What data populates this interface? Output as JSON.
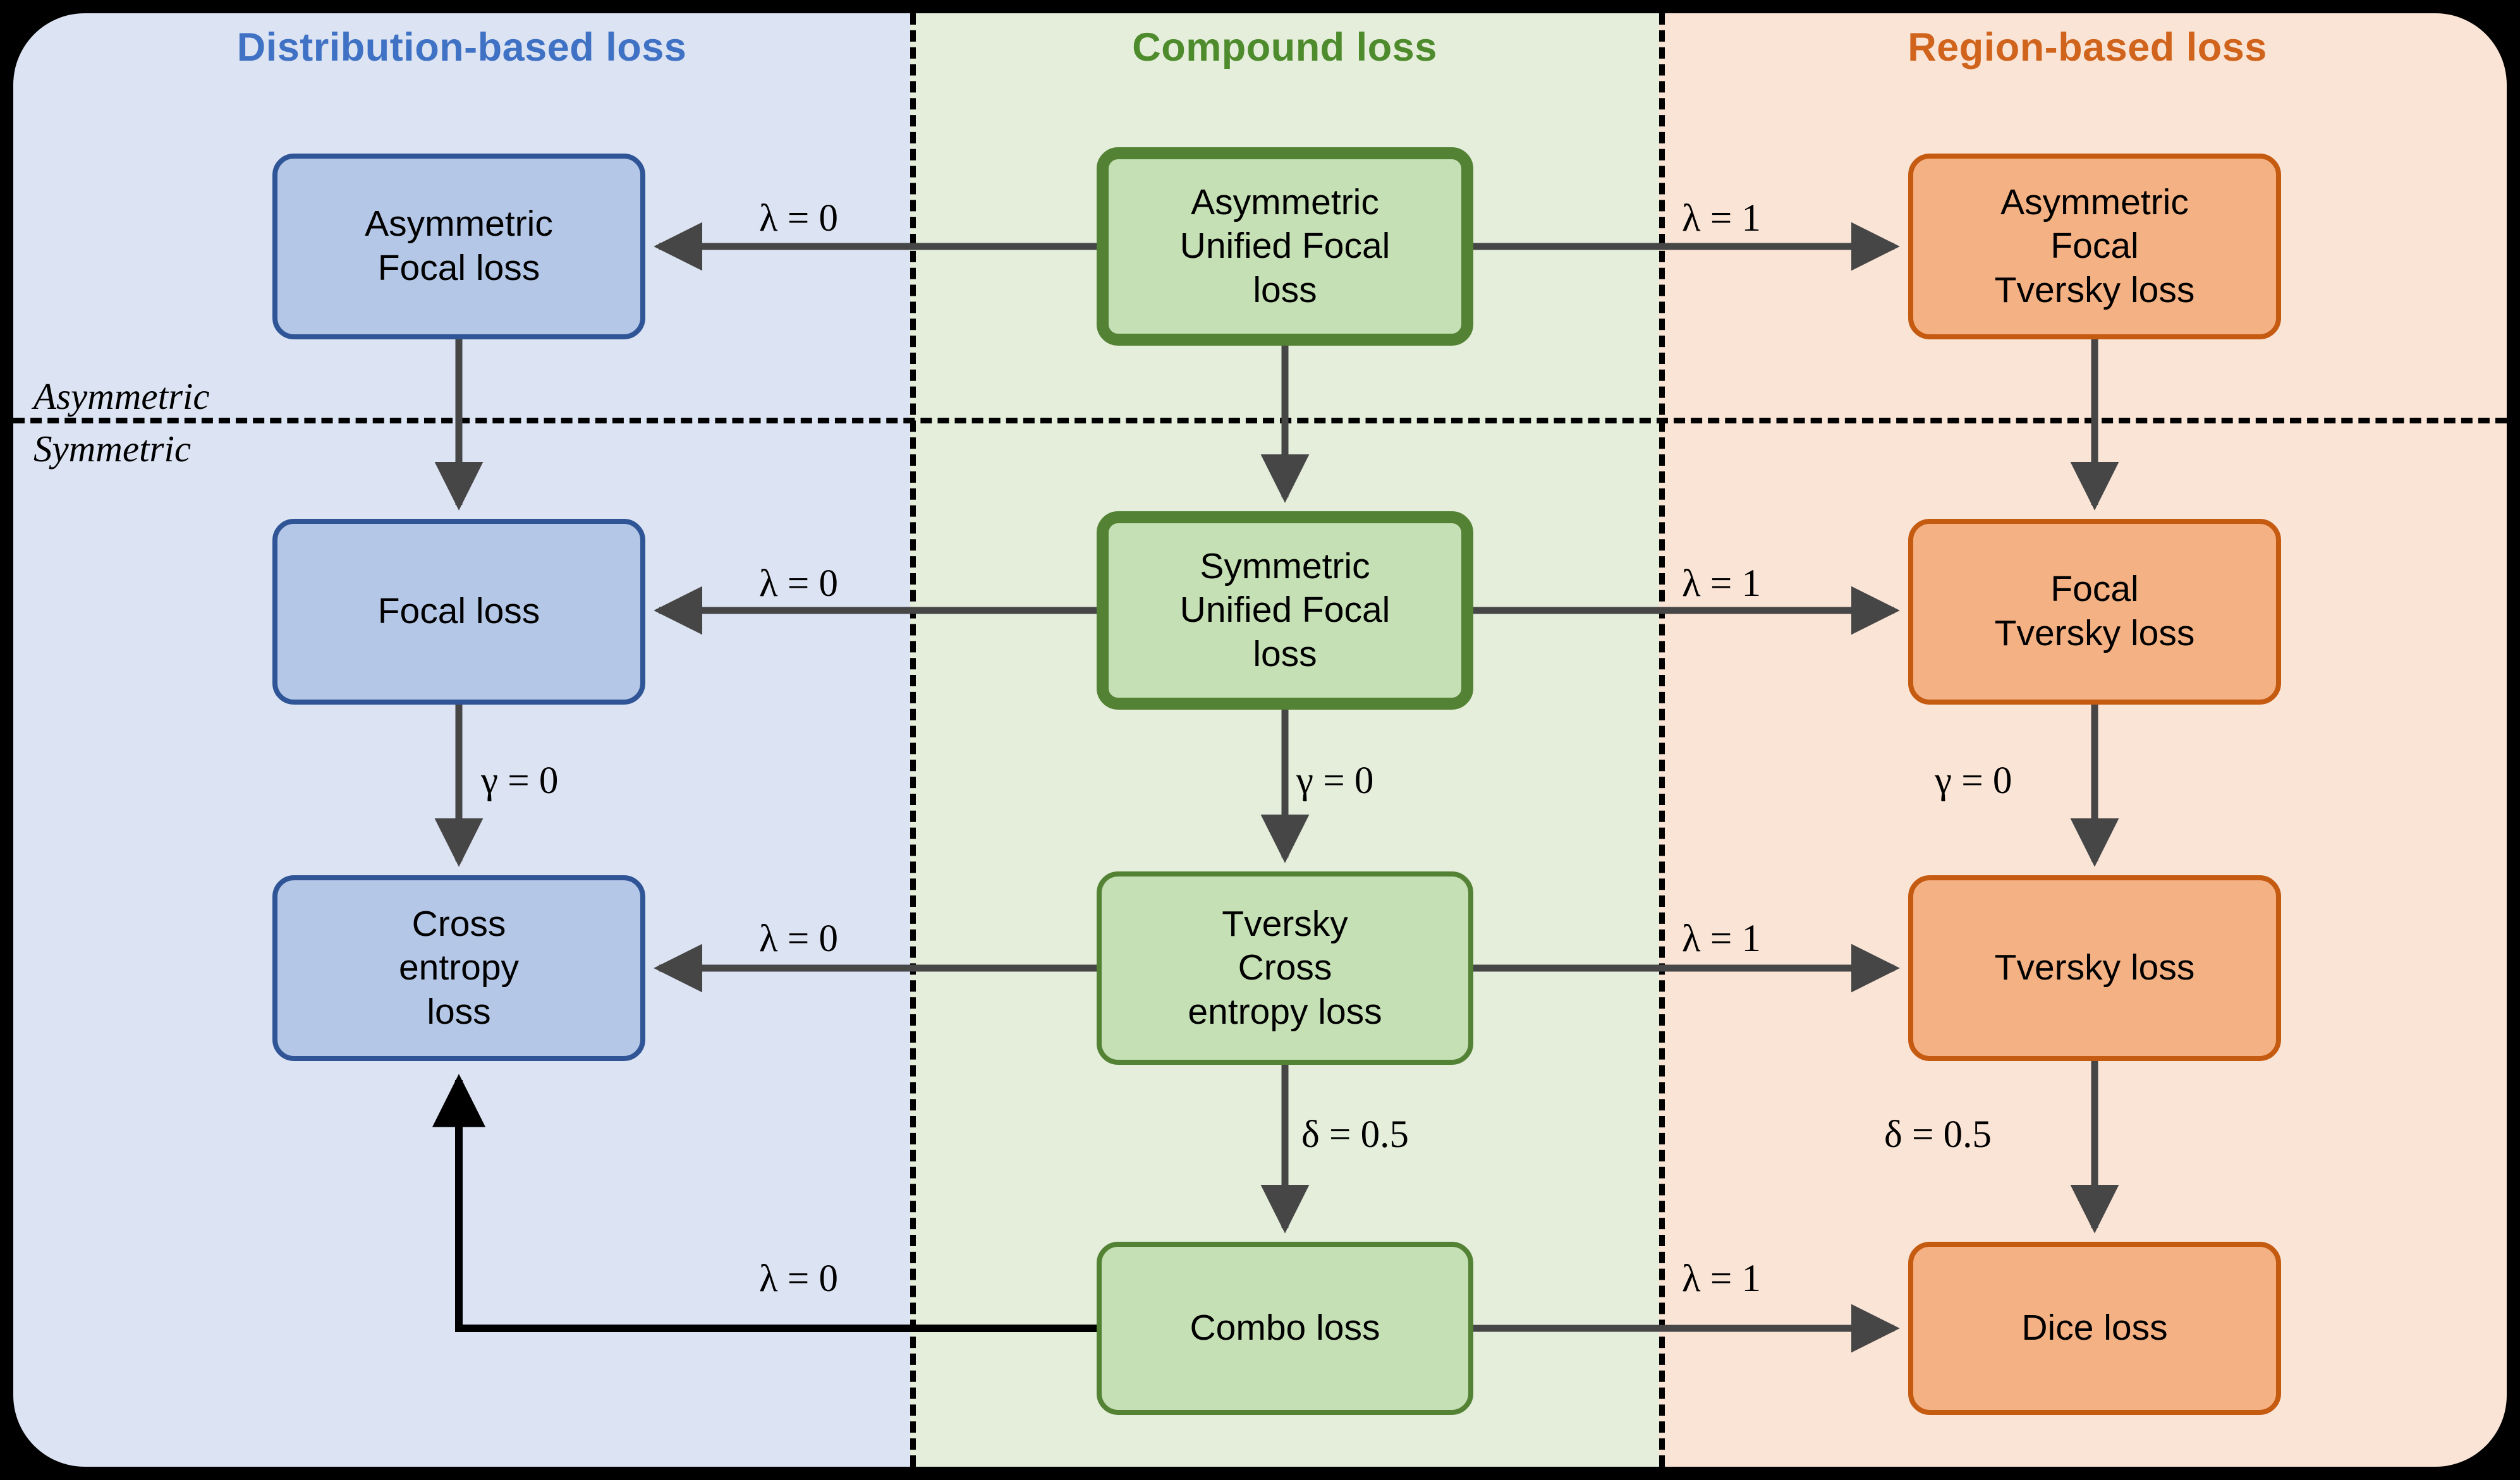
{
  "columns": [
    {
      "id": "distribution",
      "title": "Distribution-based loss",
      "color": "#3f72c4",
      "bg": "#dce3f2"
    },
    {
      "id": "compound",
      "title": "Compound loss",
      "color": "#4e8b2c",
      "bg": "#e4eedb"
    },
    {
      "id": "region",
      "title": "Region-based loss",
      "color": "#d0641c",
      "bg": "#fae4d6"
    }
  ],
  "row_groups": [
    {
      "id": "asymmetric",
      "label": "Asymmetric"
    },
    {
      "id": "symmetric",
      "label": "Symmetric"
    }
  ],
  "nodes": {
    "asymmetric_focal_loss": {
      "lines": [
        "Asymmetric",
        "Focal loss"
      ],
      "fill": "#b4c7e7",
      "stroke": "#2f5597"
    },
    "asymmetric_unified_focal_loss": {
      "lines": [
        "Asymmetric",
        "Unified Focal",
        "loss"
      ],
      "fill": "#c5e0b4",
      "stroke": "#548235"
    },
    "asymmetric_focal_tversky_loss": {
      "lines": [
        "Asymmetric",
        "Focal",
        "Tversky loss"
      ],
      "fill": "#f4b183",
      "stroke": "#c55a11"
    },
    "focal_loss": {
      "lines": [
        "Focal loss"
      ],
      "fill": "#b4c7e7",
      "stroke": "#2f5597"
    },
    "symmetric_unified_focal_loss": {
      "lines": [
        "Symmetric",
        "Unified Focal",
        "loss"
      ],
      "fill": "#c5e0b4",
      "stroke": "#548235"
    },
    "focal_tversky_loss": {
      "lines": [
        "Focal",
        "Tversky loss"
      ],
      "fill": "#f4b183",
      "stroke": "#c55a11"
    },
    "cross_entropy_loss": {
      "lines": [
        "Cross",
        "entropy",
        "loss"
      ],
      "fill": "#b4c7e7",
      "stroke": "#2f5597"
    },
    "tversky_cross_entropy_loss": {
      "lines": [
        "Tversky",
        "Cross",
        "entropy loss"
      ],
      "fill": "#c5e0b4",
      "stroke": "#548235"
    },
    "tversky_loss": {
      "lines": [
        "Tversky loss"
      ],
      "fill": "#f4b183",
      "stroke": "#c55a11"
    },
    "combo_loss": {
      "lines": [
        "Combo loss"
      ],
      "fill": "#c5e0b4",
      "stroke": "#548235"
    },
    "dice_loss": {
      "lines": [
        "Dice loss"
      ],
      "fill": "#f4b183",
      "stroke": "#c55a11"
    }
  },
  "edge_labels": {
    "row1_left": "λ = 0",
    "row1_right": "λ = 1",
    "row2_left": "λ = 0",
    "row2_right": "λ = 1",
    "row3_left": "λ = 0",
    "row3_right": "λ = 1",
    "row4_left": "λ = 0",
    "row4_right": "λ = 1",
    "gamma_left": "γ = 0",
    "gamma_center": "γ = 0",
    "gamma_right": "γ = 0",
    "delta_center": "δ = 0.5",
    "delta_right": "δ = 0.5"
  },
  "edges": [
    {
      "from": "asymmetric_unified_focal_loss",
      "to": "asymmetric_focal_loss",
      "label": "λ = 0"
    },
    {
      "from": "asymmetric_unified_focal_loss",
      "to": "asymmetric_focal_tversky_loss",
      "label": "λ = 1"
    },
    {
      "from": "asymmetric_unified_focal_loss",
      "to": "symmetric_unified_focal_loss",
      "label": ""
    },
    {
      "from": "asymmetric_focal_loss",
      "to": "focal_loss",
      "label": ""
    },
    {
      "from": "asymmetric_focal_tversky_loss",
      "to": "focal_tversky_loss",
      "label": ""
    },
    {
      "from": "symmetric_unified_focal_loss",
      "to": "focal_loss",
      "label": "λ = 0"
    },
    {
      "from": "symmetric_unified_focal_loss",
      "to": "focal_tversky_loss",
      "label": "λ = 1"
    },
    {
      "from": "symmetric_unified_focal_loss",
      "to": "tversky_cross_entropy_loss",
      "label": "γ = 0"
    },
    {
      "from": "focal_loss",
      "to": "cross_entropy_loss",
      "label": "γ = 0"
    },
    {
      "from": "focal_tversky_loss",
      "to": "tversky_loss",
      "label": "γ = 0"
    },
    {
      "from": "tversky_cross_entropy_loss",
      "to": "cross_entropy_loss",
      "label": "λ = 0"
    },
    {
      "from": "tversky_cross_entropy_loss",
      "to": "tversky_loss",
      "label": "λ = 1"
    },
    {
      "from": "tversky_cross_entropy_loss",
      "to": "combo_loss",
      "label": "δ = 0.5"
    },
    {
      "from": "tversky_loss",
      "to": "dice_loss",
      "label": "δ = 0.5"
    },
    {
      "from": "combo_loss",
      "to": "cross_entropy_loss",
      "label": "λ = 0"
    },
    {
      "from": "combo_loss",
      "to": "dice_loss",
      "label": "λ = 1"
    }
  ]
}
